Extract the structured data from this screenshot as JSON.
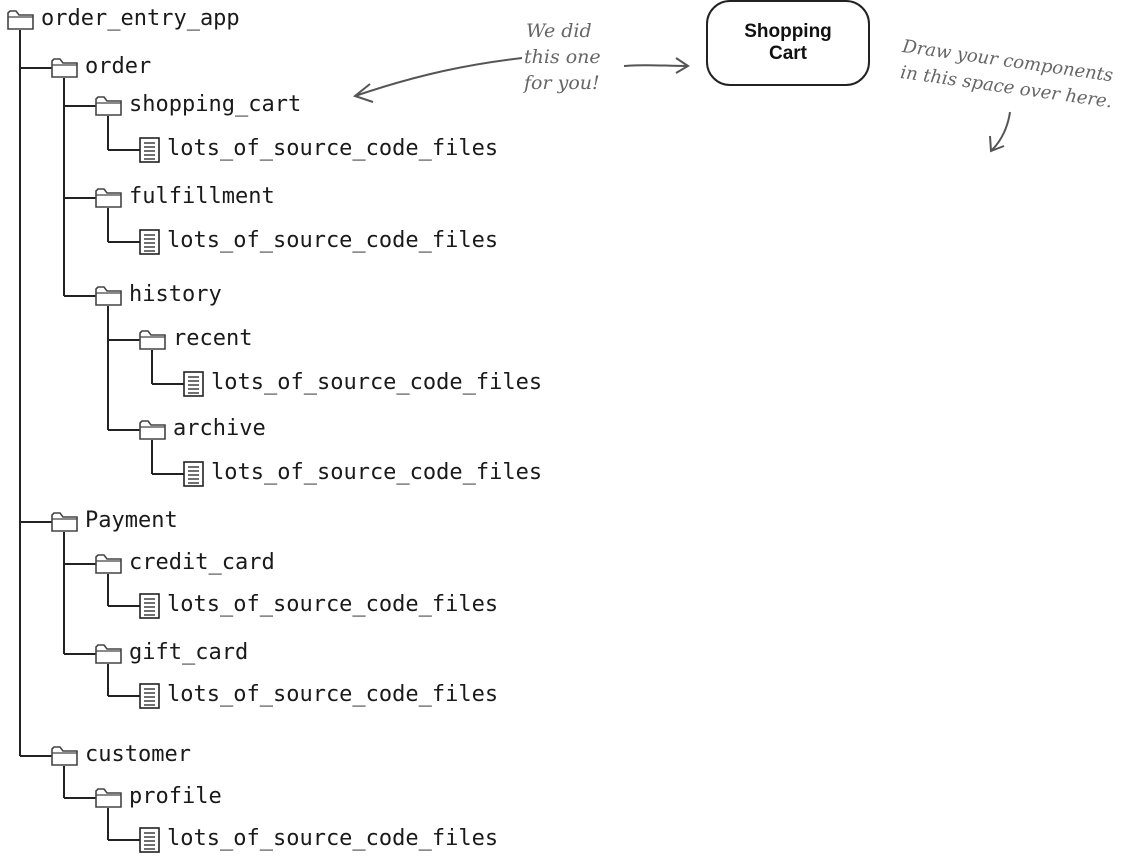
{
  "tree": {
    "root": "order_entry_app",
    "nodes": [
      {
        "id": "order",
        "label": "order",
        "type": "folder",
        "depth": 1
      },
      {
        "id": "shopping_cart",
        "label": "shopping_cart",
        "type": "folder",
        "depth": 2
      },
      {
        "id": "shopping_cart_files",
        "label": "lots_of_source_code_files",
        "type": "file",
        "depth": 3
      },
      {
        "id": "fulfillment",
        "label": "fulfillment",
        "type": "folder",
        "depth": 2
      },
      {
        "id": "fulfillment_files",
        "label": "lots_of_source_code_files",
        "type": "file",
        "depth": 3
      },
      {
        "id": "history",
        "label": "history",
        "type": "folder",
        "depth": 2
      },
      {
        "id": "recent",
        "label": "recent",
        "type": "folder",
        "depth": 3
      },
      {
        "id": "recent_files",
        "label": "lots_of_source_code_files",
        "type": "file",
        "depth": 4
      },
      {
        "id": "archive",
        "label": "archive",
        "type": "folder",
        "depth": 3
      },
      {
        "id": "archive_files",
        "label": "lots_of_source_code_files",
        "type": "file",
        "depth": 4
      },
      {
        "id": "payment",
        "label": "Payment",
        "type": "folder",
        "depth": 1
      },
      {
        "id": "credit_card",
        "label": "credit_card",
        "type": "folder",
        "depth": 2
      },
      {
        "id": "credit_card_files",
        "label": "lots_of_source_code_files",
        "type": "file",
        "depth": 3
      },
      {
        "id": "gift_card",
        "label": "gift_card",
        "type": "folder",
        "depth": 2
      },
      {
        "id": "gift_card_files",
        "label": "lots_of_source_code_files",
        "type": "file",
        "depth": 3
      },
      {
        "id": "customer",
        "label": "customer",
        "type": "folder",
        "depth": 1
      },
      {
        "id": "profile",
        "label": "profile",
        "type": "folder",
        "depth": 2
      },
      {
        "id": "profile_files",
        "label": "lots_of_source_code_files",
        "type": "file",
        "depth": 3
      }
    ]
  },
  "annotations": {
    "we_did": [
      "We did",
      "this one",
      "for you!"
    ],
    "component_box": [
      "Shopping",
      "Cart"
    ],
    "draw_hint": [
      "Draw your components",
      "in this space over here."
    ]
  },
  "colors": {
    "line": "#222222",
    "text": "#1a1a1a",
    "handwriting": "#666666",
    "folder_stroke": "#444444",
    "doc_stroke": "#222222"
  }
}
